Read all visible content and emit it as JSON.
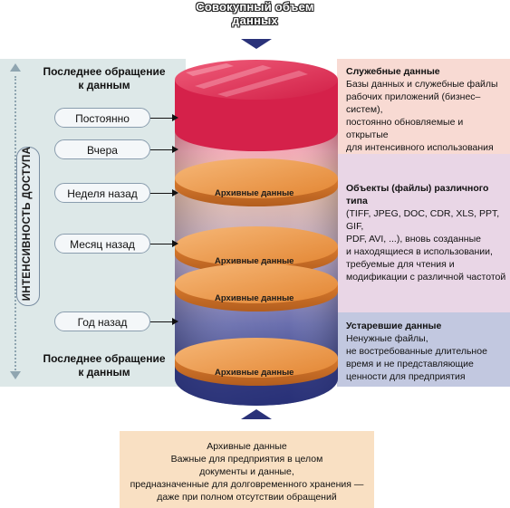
{
  "header": {
    "title_line1": "Совокупный объем",
    "title_line2": "данных"
  },
  "axis": {
    "top_heading_line1": "Последнее обращение",
    "top_heading_line2": "к данным",
    "bottom_heading_line1": "Последнее обращение",
    "bottom_heading_line2": "к данным",
    "vertical_label": "ИНТЕНСИВНОСТЬ ДОСТУПА"
  },
  "time_levels": [
    {
      "label": "Постоянно"
    },
    {
      "label": "Вчера"
    },
    {
      "label": "Неделя назад"
    },
    {
      "label": "Месяц назад"
    },
    {
      "label": "Год назад"
    }
  ],
  "cylinder": {
    "archive_disk_label": "Архивные данные"
  },
  "right_blocks": {
    "service": {
      "heading": "Служебные данные",
      "lines": [
        "Базы данных и служебные файлы",
        "рабочих приложений (бизнес–систем),",
        "постоянно обновляемые и открытые",
        "для интенсивного использования"
      ]
    },
    "files": {
      "heading": "Объекты (файлы) различного типа",
      "lines": [
        "(TIFF, JPEG, DOC, CDR, XLS, PPT, GIF,",
        "PDF, AVI, ...), вновь созданные",
        "и находящиеся в использовании,",
        "требуемые для чтения и",
        "модификации с различной частотой"
      ]
    },
    "obsolete": {
      "heading": "Устаревшие данные",
      "lines": [
        "Ненужные файлы,",
        "не востребованные длительное",
        "время и не представляющие",
        "ценности для предприятия"
      ]
    }
  },
  "bottom_box": {
    "heading": "Архивные данные",
    "lines": [
      "Важные для предприятия в целом",
      "документы и данные,",
      "предназначенные для долговременного хранения —",
      "даже при полном отсутствии обращений"
    ]
  },
  "colors": {
    "service_red": "#e0284f",
    "archive_orange": "#e8913e",
    "cylinder_navy": "#2a3279",
    "left_panel": "#dde8e8"
  }
}
